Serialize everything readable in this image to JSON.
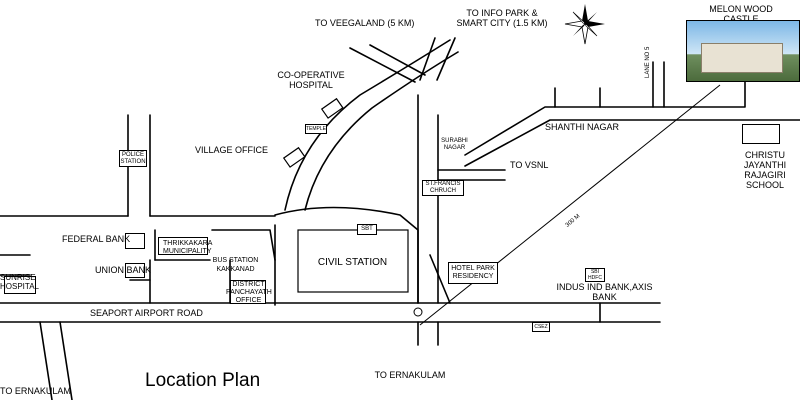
{
  "map": {
    "title": "Location Plan",
    "project": {
      "name": "MELON WOOD CASTLE"
    },
    "directions": {
      "veegaland": "TO VEEGALAND (5 KM)",
      "infopark": "TO INFO PARK & SMART CITY (1.5 KM)",
      "vsnl": "TO VSNL",
      "ernakulam_south": "TO ERNAKULAM",
      "ernakulam_left": "TO ERNAKULAM"
    },
    "roads": {
      "seaport": "SEAPORT AIRPORT ROAD",
      "shanthi_nagar": "SHANTHI NAGAR",
      "lane": "LANE NO 5",
      "surabhi_nagar": "SURABHI NAGAR",
      "diagonal_distance": "300 M"
    },
    "places": {
      "cooperative_hospital": "CO-OPERATIVE HOSPITAL",
      "village_office": "VILLAGE OFFICE",
      "temple": "TEMPLE",
      "police_station": "POLICE STATION",
      "federal_bank": "FEDERAL BANK",
      "union_bank": "UNION BANK",
      "sunrise_hospital": "SUNRISE HOSPITAL",
      "thrikkakara_municipality": "THRIKKAKARA MUNICIPALITY",
      "bus_station": "BUS STATION KAKKANAD",
      "district_panchayath": "DISTRICT PANCHAYATH OFFICE",
      "civil_station": "CIVIL STATION",
      "sbt": "SBT",
      "st_francis_church": "ST.FRANCIS CHRUCH",
      "hotel_park_residency": "HOTEL PARK RESIDENCY",
      "indus_ind": "INDUS IND BANK,AXIS BANK",
      "sbi_hdfc": "SBI HDFC",
      "cset": "CSEZ",
      "christu_jayanthi": "CHRISTU JAYANTHI RAJAGIRI SCHOOL"
    },
    "compass": {
      "icon": "compass-rose-icon"
    },
    "colors": {
      "line": "#000000",
      "background": "#ffffff"
    }
  }
}
